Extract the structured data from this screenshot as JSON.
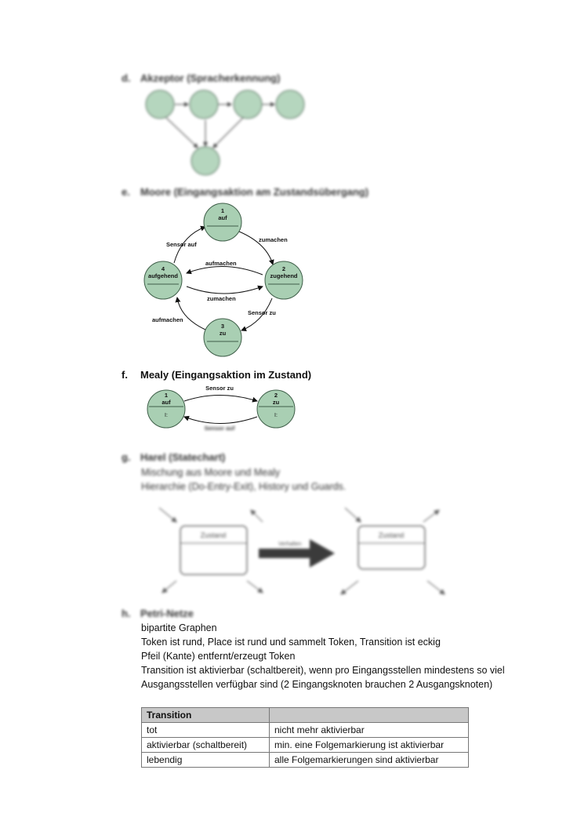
{
  "sections": {
    "d": {
      "letter": "d.",
      "title": "Akzeptor (Spracherkennung)"
    },
    "e": {
      "letter": "e.",
      "title": "Moore (Eingangsaktion am Zustandsübergang)"
    },
    "f": {
      "letter": "f.",
      "title": "Mealy (Eingangsaktion im Zustand)"
    },
    "g": {
      "letter": "g.",
      "title": "Harel (Statechart)",
      "lines": [
        "Mischung aus Moore und Mealy",
        "Hierarchie (Do-Entry-Exit), History und Guards."
      ]
    },
    "h": {
      "letter": "h.",
      "title": "Petri-Netze",
      "lines": [
        "bipartite Graphen",
        "Token ist rund, Place ist rund und sammelt Token, Transition ist eckig",
        "Pfeil (Kante) entfernt/erzeugt Token",
        "Transition ist aktivierbar (schaltbereit), wenn pro Eingangsstellen mindestens so viel",
        "Ausgangsstellen verfügbar sind (2 Eingangsknoten brauchen 2 Ausgangsknoten)"
      ]
    }
  },
  "moore": {
    "states": [
      {
        "num": "1",
        "name": "auf"
      },
      {
        "num": "2",
        "name": "zugehend"
      },
      {
        "num": "3",
        "name": "zu"
      },
      {
        "num": "4",
        "name": "aufgehend"
      }
    ],
    "transitions": {
      "t1_2": "zumachen",
      "t2_3": "Sensor zu",
      "t3_4": "aufmachen",
      "t4_1": "Sensor auf",
      "t2_4": "aufmachen",
      "t4_2": "zumachen"
    }
  },
  "mealy": {
    "states": [
      {
        "num": "1",
        "name": "auf",
        "action": "I:"
      },
      {
        "num": "2",
        "name": "zu",
        "action": "I:"
      }
    ],
    "transitions": {
      "top": "Sensor zu",
      "bottom": "Sensor auf"
    }
  },
  "harel": {
    "left_state": "Zustand",
    "right_state": "Zustand",
    "arrow_label": "Verhalten"
  },
  "table": {
    "header": [
      "Transition",
      ""
    ],
    "rows": [
      [
        "tot",
        "nicht mehr aktivierbar"
      ],
      [
        "aktivierbar (schaltbereit)",
        "min. eine Folgemarkierung ist aktivierbar"
      ],
      [
        "lebendig",
        "alle Folgemarkierungen sind aktivierbar"
      ]
    ]
  },
  "colors": {
    "node_fill": "#a9cfb3",
    "node_stroke": "#3e5e48",
    "header_bg": "#c8c8c8"
  }
}
